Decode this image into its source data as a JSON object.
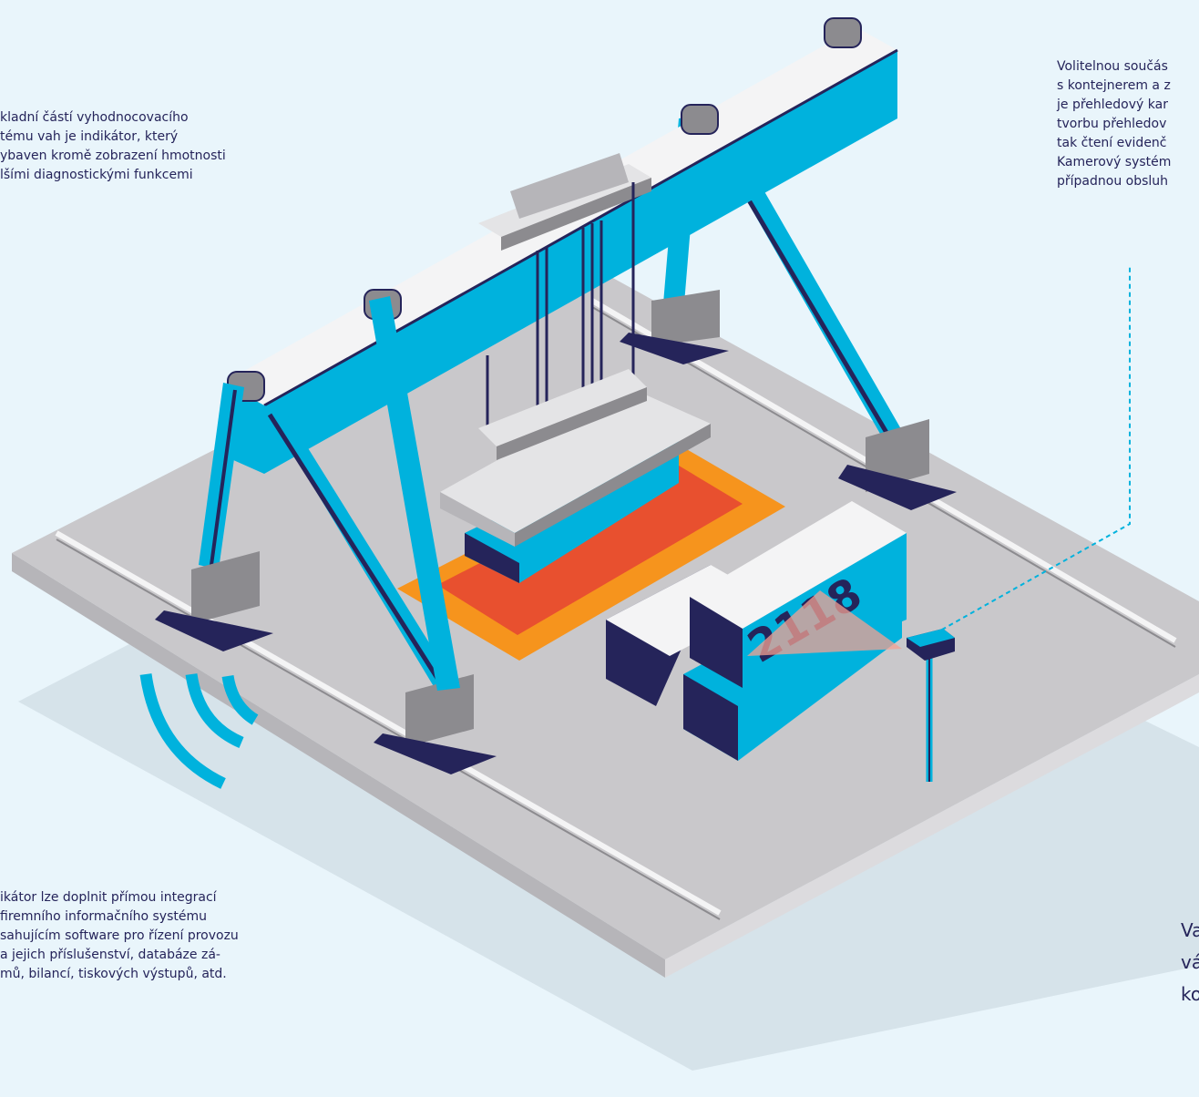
{
  "notes": {
    "top_left": [
      "kladní částí vyhodnocovacího",
      "tému vah je indikátor, který",
      "ybaven kromě zobrazení hmotnosti",
      "lšími diagnostickými funkcemi"
    ],
    "top_right": [
      "Volitelnou součás",
      "s kontejnerem a z",
      "je přehledový kar",
      "tvorbu přehledov",
      "tak čtení evidenč",
      "Kamerový systém",
      "případnou obsluh"
    ],
    "bottom_left": [
      "ikátor lze doplnit přímou integrací",
      "firemního informačního systému",
      "sahujícím software pro řízení provozu",
      "a jejich příslušenství, databáze zá-",
      "mů, bilancí, tiskových výstupů, atd."
    ],
    "bottom_right": [
      "Va",
      "vá",
      "ko"
    ]
  },
  "container": {
    "number": "2118"
  },
  "colors": {
    "background": "#e9f5fb",
    "crane_blue": "#00b2dd",
    "navy": "#25245a",
    "gray_floor": "#c9c8cb",
    "light_gray": "#e4e4e6",
    "mid_gray": "#8c8b8f",
    "orange": "#f6941d",
    "red": "#e8502f",
    "camera_beam": "#f4a091"
  },
  "icons": {
    "signal": "wireless-signal-icon",
    "camera": "camera-icon"
  }
}
